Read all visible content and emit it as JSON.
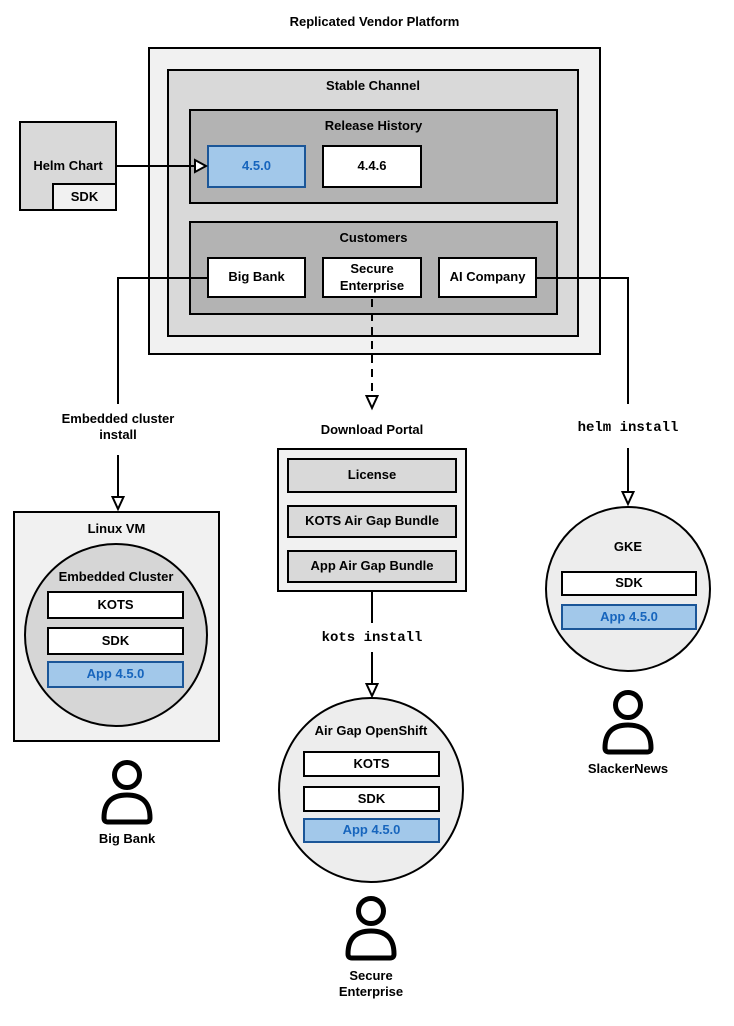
{
  "title": "Replicated Vendor Platform",
  "colors": {
    "highlight_fill": "#a2c8ea",
    "highlight_border": "#1b5698",
    "highlight_text": "#1765bd"
  },
  "platform": {
    "stable_channel": {
      "label": "Stable Channel",
      "release_history": {
        "label": "Release History",
        "releases": [
          "4.5.0",
          "4.4.6"
        ],
        "highlighted_release": "4.5.0"
      },
      "customers": {
        "label": "Customers",
        "names": [
          "Big Bank",
          "Secure Enterprise",
          "AI Company"
        ]
      }
    }
  },
  "helm_chart": {
    "label": "Helm Chart",
    "sdk": "SDK"
  },
  "edges": {
    "embedded_install": "Embedded cluster install",
    "kots_install": "kots install",
    "helm_install": "helm install"
  },
  "download_portal": {
    "title": "Download Portal",
    "items": [
      "License",
      "KOTS Air Gap Bundle",
      "App Air Gap Bundle"
    ]
  },
  "linux_vm": {
    "title": "Linux VM",
    "embedded_cluster": {
      "title": "Embedded Cluster",
      "components": [
        "KOTS",
        "SDK"
      ],
      "app": "App 4.5.0"
    },
    "user": "Big Bank"
  },
  "air_gap_openshift": {
    "title": "Air Gap OpenShift",
    "components": [
      "KOTS",
      "SDK"
    ],
    "app": "App 4.5.0",
    "user": "Secure Enterprise"
  },
  "gke": {
    "title": "GKE",
    "components": [
      "SDK"
    ],
    "app": "App 4.5.0",
    "user": "SlackerNews"
  }
}
